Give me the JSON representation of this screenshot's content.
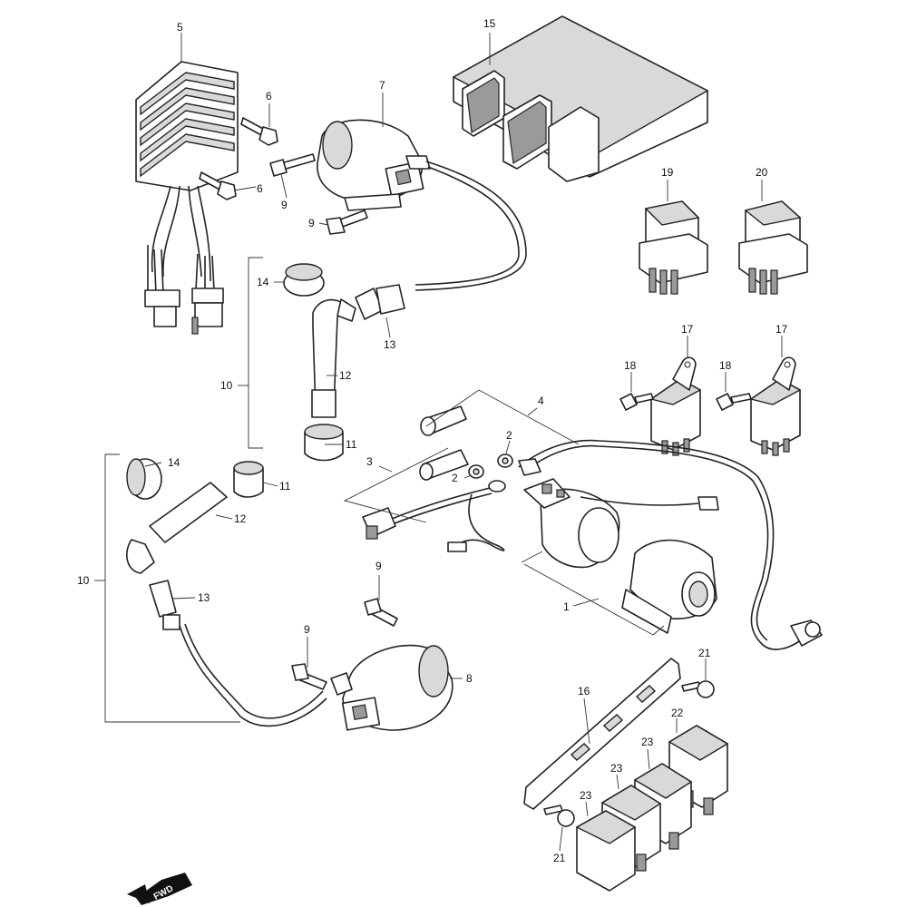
{
  "callouts": {
    "c1": "1",
    "c2a": "2",
    "c2b": "2",
    "c3": "3",
    "c4": "4",
    "c5": "5",
    "c6a": "6",
    "c6b": "6",
    "c7": "7",
    "c8": "8",
    "c9a": "9",
    "c9b": "9",
    "c9c": "9",
    "c9d": "9",
    "c10a": "10",
    "c10b": "10",
    "c11a": "11",
    "c11b": "11",
    "c12a": "12",
    "c12b": "12",
    "c13a": "13",
    "c13b": "13",
    "c14a": "14",
    "c14b": "14",
    "c15": "15",
    "c16": "16",
    "c17a": "17",
    "c17b": "17",
    "c18a": "18",
    "c18b": "18",
    "c19": "19",
    "c20": "20",
    "c21a": "21",
    "c21b": "21",
    "c22": "22",
    "c23a": "23",
    "c23b": "23",
    "c23c": "23"
  },
  "fwd_badge": "FWD",
  "icons": {
    "fwd": "fwd-arrow-icon"
  }
}
